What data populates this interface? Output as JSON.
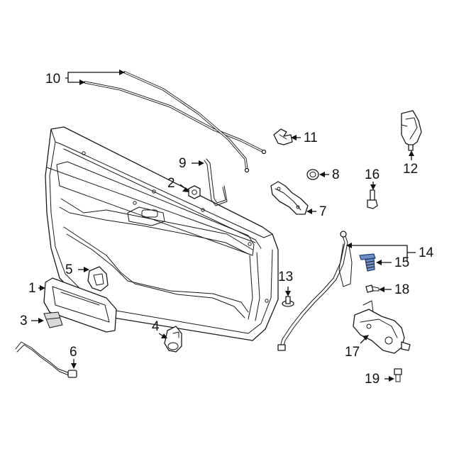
{
  "callouts": [
    "1",
    "2",
    "3",
    "4",
    "5",
    "6",
    "7",
    "8",
    "9",
    "10",
    "11",
    "12",
    "13",
    "14",
    "15",
    "16",
    "17",
    "18",
    "19"
  ],
  "colors": {
    "highlight": "#6f8fc6",
    "line": "#1a1a1a",
    "background": "#ffffff"
  }
}
